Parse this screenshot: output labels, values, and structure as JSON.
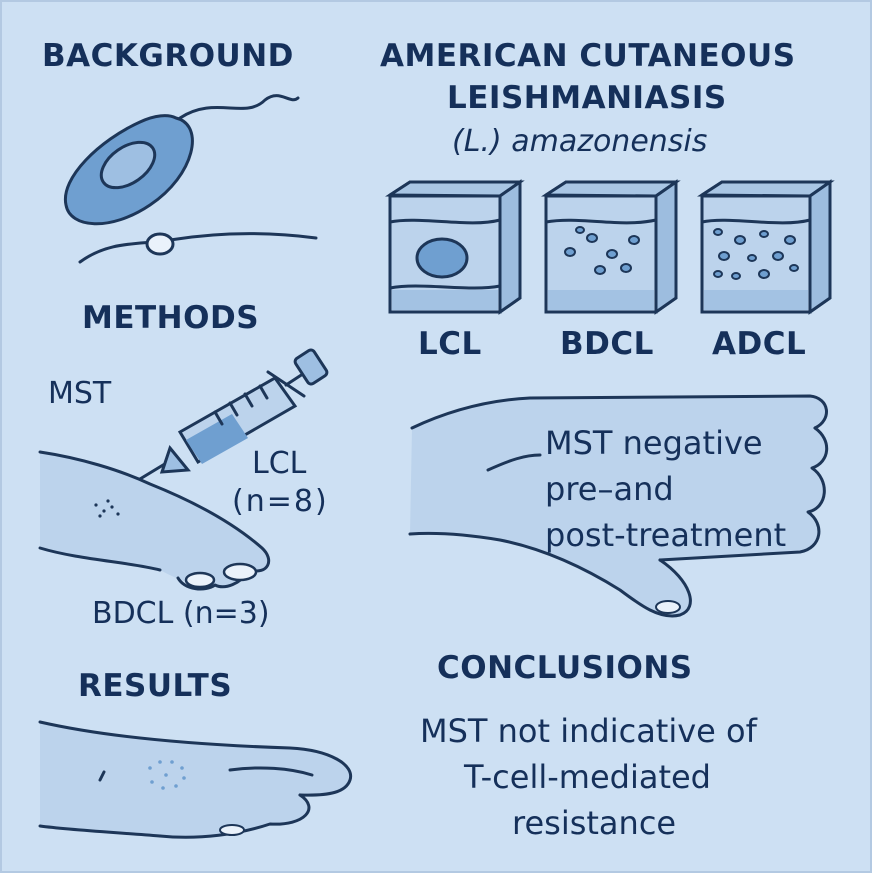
{
  "sections": {
    "background": "BACKGROUND",
    "methods": "METHODS",
    "results": "RESULTS",
    "conclusions": "CONCLUSIONS"
  },
  "title": {
    "line1": "AMERICAN CUTANEOUS",
    "line2": "LEISHMANIASIS",
    "species_prefix": "(L.)",
    "species_name": "amazonensis"
  },
  "skin_samples": [
    "LCL",
    "BDCL",
    "ADCL"
  ],
  "methods": {
    "test": "MST",
    "group1_label": "LCL",
    "group1_n": "(n=8)",
    "group2_label": "BDCL",
    "group2_n": "(n=3)"
  },
  "results": {
    "line1": "MST negative",
    "line2": "pre–and",
    "line3": "post-treatment"
  },
  "conclusion": {
    "line1": "MST not indicative of",
    "line2": "T-cell-mediated",
    "line3": "resistance"
  },
  "colors": {
    "background": "#cde0f3",
    "ink": "#1d3658",
    "skin_fill": "#bcd3ec",
    "skin_top": "#a9c6e4",
    "parasite": "#6f9fd0"
  }
}
